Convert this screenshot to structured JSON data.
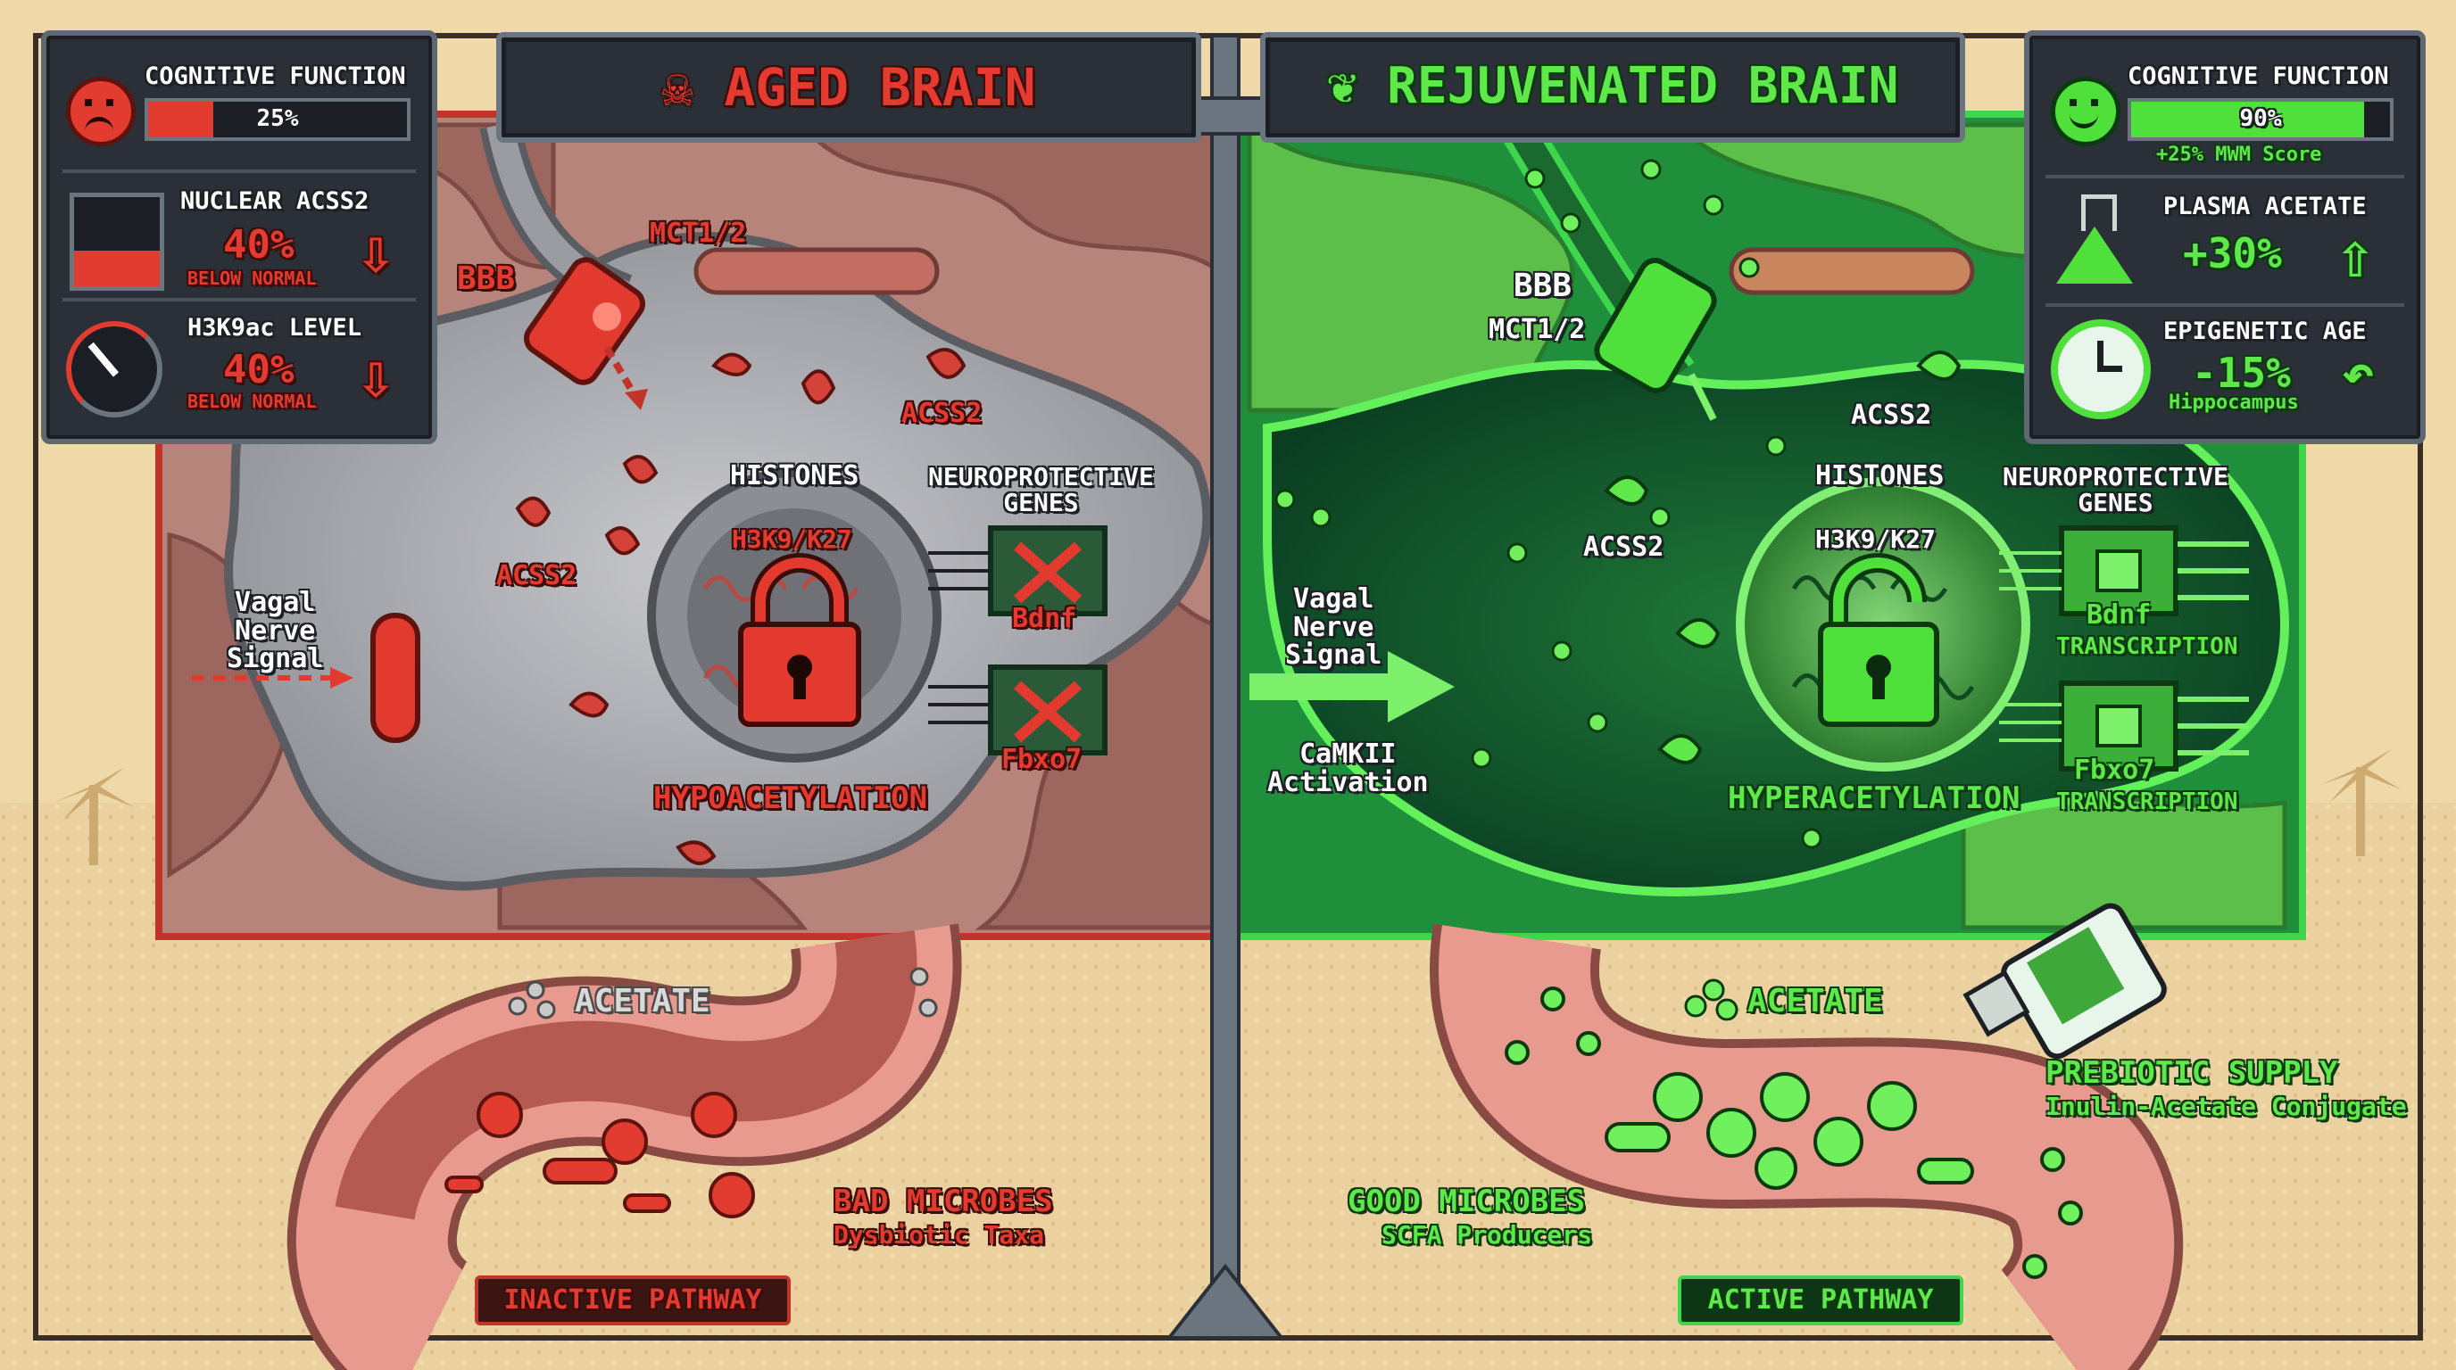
{
  "colors": {
    "aged": "#e23b2f",
    "rejuvenated": "#4fe03b",
    "hud_bg": "#2b3038",
    "sand": "#e9cf9d"
  },
  "aged": {
    "title": "AGED BRAIN",
    "title_icon": "skull-icon",
    "hud": {
      "cognitive_label": "COGNITIVE FUNCTION",
      "cognitive_value": "25%",
      "cognitive_fraction": 0.25,
      "acss2_label": "NUCLEAR ACSS2",
      "acss2_value": "40%",
      "acss2_note": "BELOW NORMAL",
      "h3k9_label": "H3K9ac LEVEL",
      "h3k9_value": "40%",
      "h3k9_note": "BELOW NORMAL"
    },
    "labels": {
      "bbb": "BBB",
      "mct": "MCT1/2",
      "acss2_a": "ACSS2",
      "acss2_b": "ACSS2",
      "histones": "HISTONES",
      "h3k9": "H3K9/K27",
      "neuro_genes": "NEUROPROTECTIVE\nGENES",
      "bdnf": "Bdnf",
      "fbxo7": "Fbxo7",
      "hypo": "HYPOACETYLATION",
      "vagal": "Vagal\nNerve\nSignal",
      "acetate": "ACETATE",
      "microbes_title": "BAD MICROBES",
      "microbes_sub": "Dysbiotic Taxa",
      "pathway": "INACTIVE PATHWAY"
    }
  },
  "rejuvenated": {
    "title": "REJUVENATED BRAIN",
    "title_icon": "leaf-icon",
    "hud": {
      "cognitive_label": "COGNITIVE FUNCTION",
      "cognitive_value": "90%",
      "cognitive_fraction": 0.9,
      "cognitive_note": "+25% MWM Score",
      "acetate_label": "PLASMA ACETATE",
      "acetate_value": "+30%",
      "age_label": "EPIGENETIC AGE",
      "age_value": "-15%",
      "age_note": "Hippocampus"
    },
    "labels": {
      "bbb": "BBB",
      "mct": "MCT1/2",
      "acss2_a": "ACSS2",
      "acss2_b": "ACSS2",
      "histones": "HISTONES",
      "h3k9": "H3K9/K27",
      "neuro_genes": "NEUROPROTECTIVE\nGENES",
      "bdnf": "Bdnf",
      "bdnf_tx": "TRANSCRIPTION",
      "fbxo7": "Fbxo7",
      "fbxo7_tx": "TRANSCRIPTION",
      "hyper": "HYPERACETYLATION",
      "vagal": "Vagal\nNerve\nSignal",
      "camkii": "CaMKII\nActivation",
      "acetate": "ACETATE",
      "microbes_title": "GOOD MICROBES",
      "microbes_sub": "SCFA Producers",
      "pathway": "ACTIVE PATHWAY",
      "prebiotic_title": "PREBIOTIC SUPPLY",
      "prebiotic_sub": "Inulin-Acetate Conjugate"
    }
  }
}
